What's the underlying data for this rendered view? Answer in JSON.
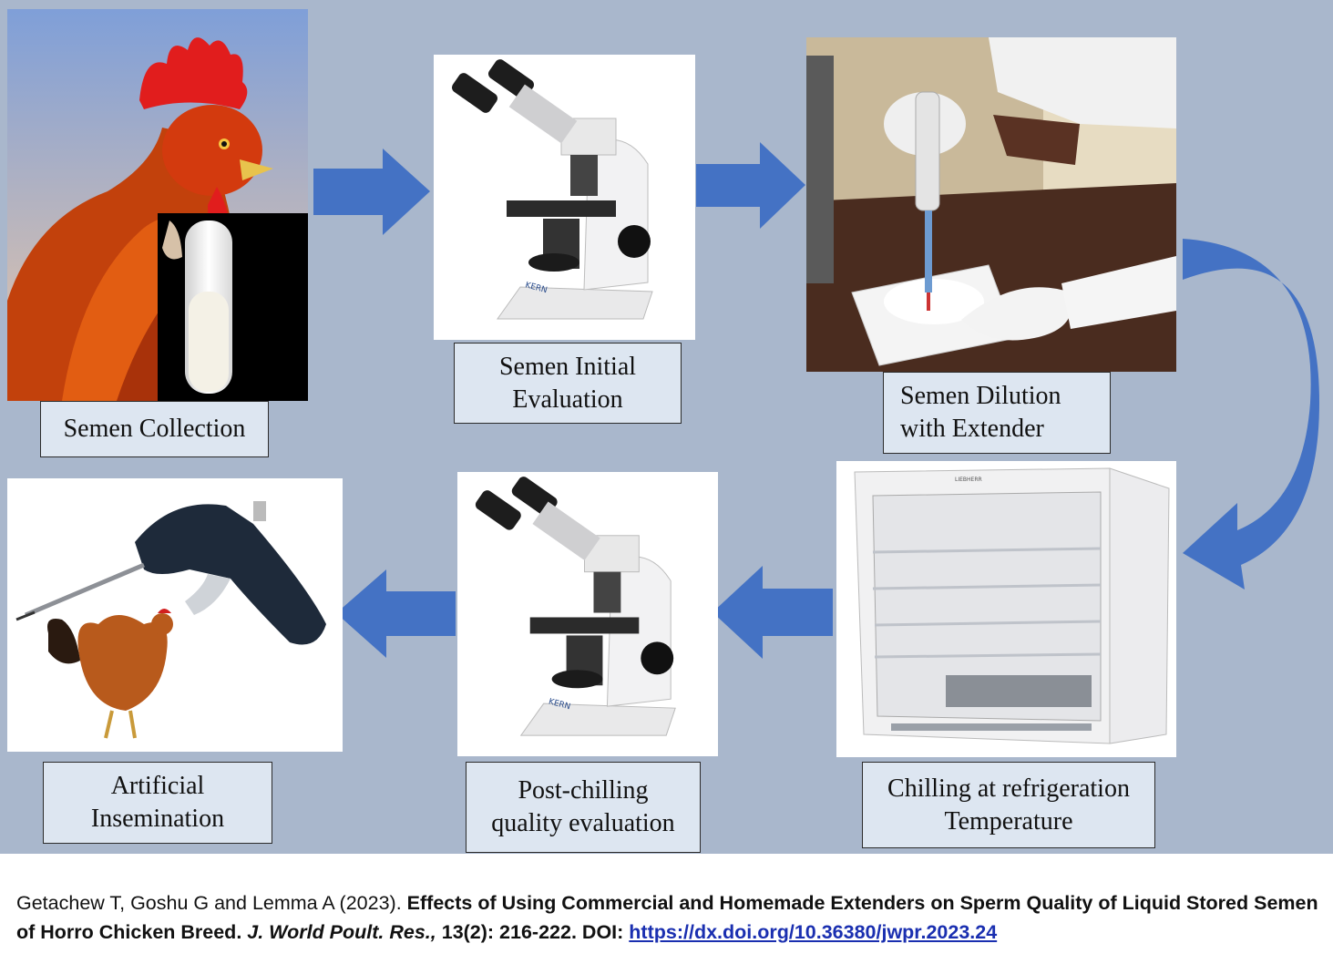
{
  "steps": [
    {
      "id": "collection",
      "label_lines": [
        "Semen Collection"
      ],
      "icon": "rooster-semen-tube-icon"
    },
    {
      "id": "initial_eval",
      "label_lines": [
        "Semen Initial",
        "Evaluation"
      ],
      "icon": "microscope-icon"
    },
    {
      "id": "dilution",
      "label_lines": [
        "Semen Dilution",
        "with Extender"
      ],
      "icon": "pipette-hands-icon"
    },
    {
      "id": "chilling",
      "label_lines": [
        "Chilling at refrigeration",
        "Temperature"
      ],
      "icon": "refrigerator-icon"
    },
    {
      "id": "post_eval",
      "label_lines": [
        "Post-chilling",
        "quality evaluation"
      ],
      "icon": "microscope-icon"
    },
    {
      "id": "insemination",
      "label_lines": [
        "Artificial",
        "Insemination"
      ],
      "icon": "insemination-gun-hen-icon"
    }
  ],
  "microscope_brand": "KERN",
  "fridge_brand": "LIEBHERR",
  "colors": {
    "background": "#a9b7cc",
    "arrow": "#4472c4",
    "label_fill": "#dde6f1"
  },
  "citation": {
    "authors": "Getachew T, Goshu G and Lemma A (2023).",
    "title": "Effects of Using Commercial and Homemade Extenders on Sperm Quality of Liquid Stored Semen of Horro Chicken Breed.",
    "journal": "J. World Poult. Res.,",
    "volume": "13(2): 216-222.",
    "doi_label": "DOI:",
    "doi_url": "https://dx.doi.org/10.36380/jwpr.2023.24"
  }
}
